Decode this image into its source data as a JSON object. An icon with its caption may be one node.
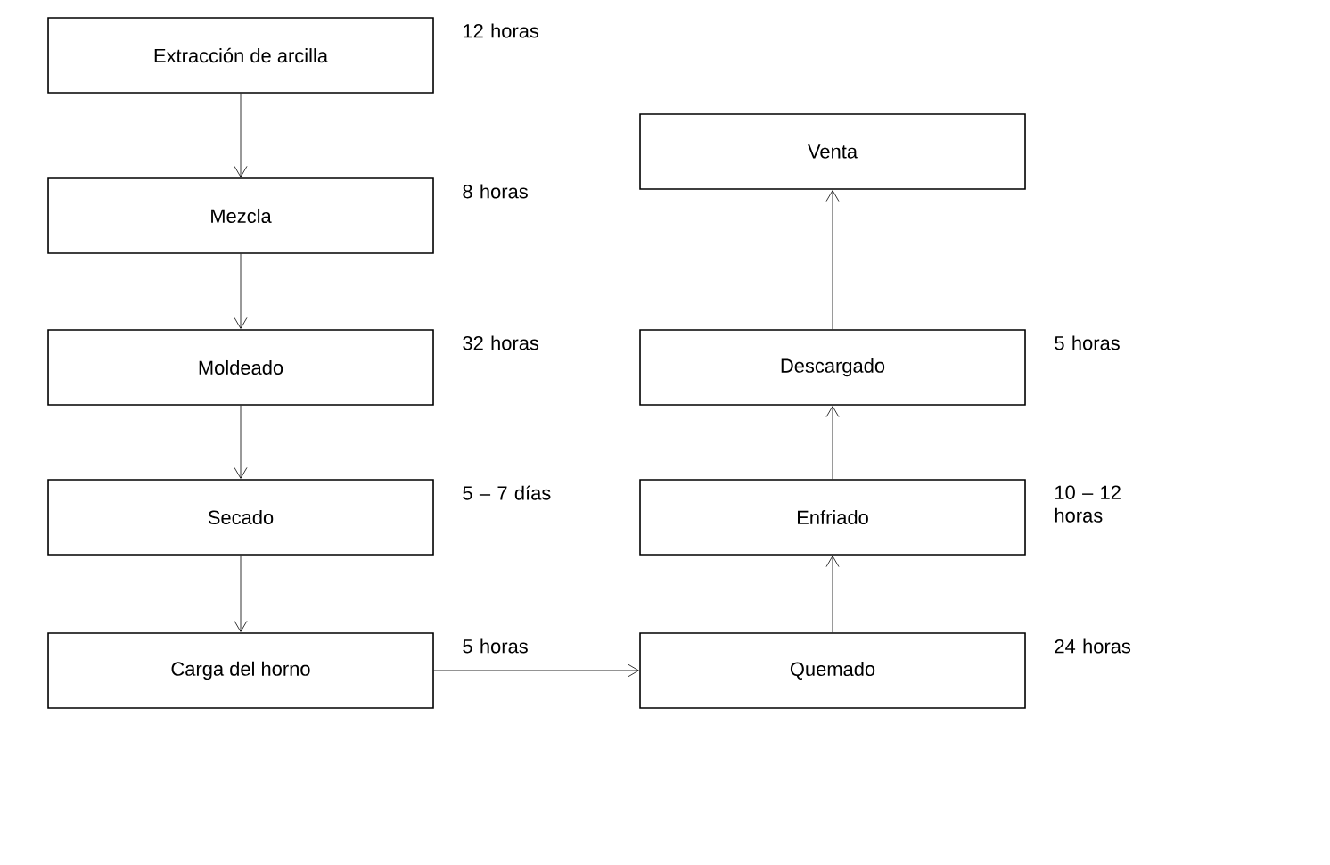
{
  "diagram": {
    "nodes": [
      {
        "text": [
          "Extracción de arcilla"
        ],
        "beside": [
          "12 horas"
        ]
      },
      {
        "text": [
          "Mezcla"
        ],
        "beside": [
          "8 horas"
        ]
      },
      {
        "text": [
          "Moldeado"
        ],
        "beside": [
          "32 horas"
        ]
      },
      {
        "text": [
          "Secado"
        ],
        "beside": [
          "5 – 7 días"
        ]
      },
      {
        "text": [
          "Carga del horno"
        ],
        "beside": [
          "5 horas"
        ]
      },
      {
        "text": [
          "Venta"
        ]
      },
      {
        "text": [
          "Descargado"
        ],
        "beside": [
          "5 horas"
        ]
      },
      {
        "text": [
          "Enfriado"
        ],
        "beside": [
          "10 – 12 horas"
        ]
      },
      {
        "text": [
          "Quemado"
        ],
        "beside": [
          "24 horas"
        ]
      }
    ],
    "edges": [
      {
        "from": 0,
        "to": 1,
        "arrow": "to"
      },
      {
        "from": 1,
        "to": 2,
        "arrow": "to"
      },
      {
        "from": 2,
        "to": 3,
        "arrow": "to"
      },
      {
        "from": 3,
        "to": 4,
        "arrow": "to"
      },
      {
        "from": 4,
        "to": 8,
        "arrow": "to"
      },
      {
        "from": 8,
        "to": 7,
        "arrow": "to"
      },
      {
        "from": 7,
        "to": 6,
        "arrow": "to"
      },
      {
        "from": 6,
        "to": 5,
        "arrow": "to"
      }
    ]
  }
}
